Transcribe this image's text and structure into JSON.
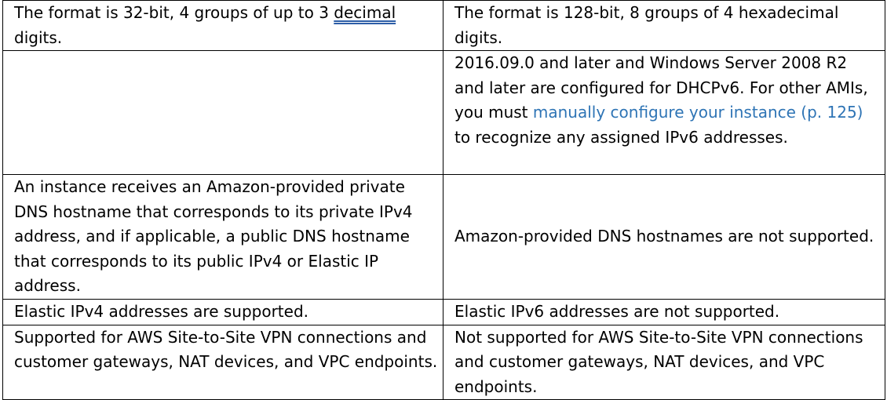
{
  "rows": [
    {
      "ipv4": {
        "before": "The format is 32-bit, 4 groups of up to 3 ",
        "underlined": "decimal",
        "after": " digits."
      },
      "ipv6": "The format is 128-bit, 8 groups of 4 hexadecimal digits."
    },
    {
      "ipv4": "",
      "ipv6": {
        "before": "2016.09.0 and later and Windows Server 2008 R2 and later are configured for DHCPv6. For other AMIs, you must ",
        "link": "manually configure your instance (p. 125)",
        "after": " to recognize any assigned IPv6 addresses."
      }
    },
    {
      "ipv4": "An instance receives an Amazon-provided private DNS hostname that corresponds to its private IPv4 address, and if applicable, a public DNS hostname that corresponds to its public IPv4 or Elastic IP address.",
      "ipv6": "Amazon-provided DNS hostnames are not supported."
    },
    {
      "ipv4": "Elastic IPv4 addresses are supported.",
      "ipv6": "Elastic IPv6 addresses are not supported."
    },
    {
      "ipv4": "Supported for AWS Site-to-Site VPN connections and customer gateways, NAT devices, and VPC endpoints.",
      "ipv6": "Not supported for AWS Site-to-Site VPN connections and customer gateways, NAT devices, and VPC endpoints."
    }
  ],
  "colors": {
    "link": "#2e74b5",
    "border": "#000000",
    "text": "#000000"
  }
}
